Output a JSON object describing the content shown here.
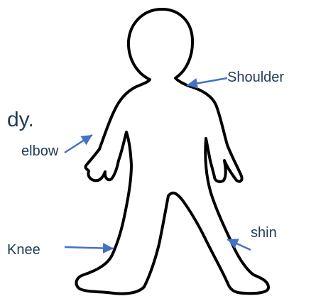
{
  "partial_text": "dy.",
  "labels": {
    "shoulder": "Shoulder",
    "elbow": "elbow",
    "knee": "Knee",
    "shin": "shin"
  },
  "colors": {
    "outline": "#000000",
    "arrow": "#4472c4",
    "label_text": "#1f3b57",
    "background": "#ffffff"
  }
}
